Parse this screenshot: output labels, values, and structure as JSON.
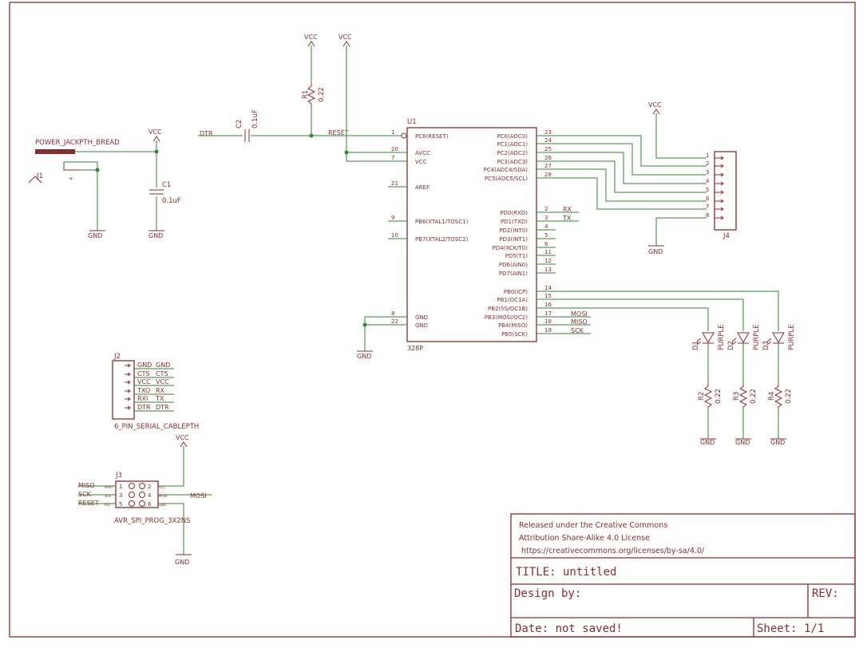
{
  "power_symbols": {
    "vcc": "VCC",
    "gnd": "GND"
  },
  "power_jack": {
    "value": "POWER_JACKPTH_BREAD",
    "name": "J1",
    "plus": "+"
  },
  "c1": {
    "name": "C1",
    "value": "0.1uF"
  },
  "c2": {
    "name": "C2",
    "value": "0.1uF"
  },
  "r1": {
    "name": "R1",
    "value": "0.22"
  },
  "r2": {
    "name": "R2",
    "value": "0.22"
  },
  "r3": {
    "name": "R3",
    "value": "0.22"
  },
  "r4": {
    "name": "R4",
    "value": "0.22"
  },
  "nets": {
    "dtr": "DTR",
    "reset": "RESET",
    "rx": "RX",
    "tx": "TX",
    "mosi": "MOSI",
    "miso": "MISO",
    "sck": "SCK"
  },
  "u1": {
    "name": "U1",
    "value": "328P",
    "pins_left": [
      {
        "num": "1",
        "name": "PC6(RESET)"
      },
      {
        "num": "20",
        "name": "AVCC"
      },
      {
        "num": "7",
        "name": "VCC"
      },
      {
        "num": "21",
        "name": "AREF"
      },
      {
        "num": "9",
        "name": "PB6(XTAL1/TOSC1)"
      },
      {
        "num": "10",
        "name": "PB7(XTAL2/TOSC2)"
      },
      {
        "num": "8",
        "name": "GND"
      },
      {
        "num": "22",
        "name": "GND"
      }
    ],
    "pins_right": [
      {
        "num": "23",
        "name": "PC0(ADC0)"
      },
      {
        "num": "24",
        "name": "PC1(ADC1)"
      },
      {
        "num": "25",
        "name": "PC2(ADC2)"
      },
      {
        "num": "26",
        "name": "PC3(ADC3)"
      },
      {
        "num": "27",
        "name": "PC4(ADC4/SDA)"
      },
      {
        "num": "28",
        "name": "PC5(ADC5/SCL)"
      },
      {
        "num": "2",
        "name": "PD0(RXD)"
      },
      {
        "num": "3",
        "name": "PD1(TXD)"
      },
      {
        "num": "4",
        "name": "PD2(INT0)"
      },
      {
        "num": "5",
        "name": "PD3(INT1)"
      },
      {
        "num": "6",
        "name": "PD4(XCK/T0)"
      },
      {
        "num": "11",
        "name": "PD5(T1)"
      },
      {
        "num": "12",
        "name": "PD6(AIN0)"
      },
      {
        "num": "13",
        "name": "PD7(AIN1)"
      },
      {
        "num": "14",
        "name": "PB0(ICP)"
      },
      {
        "num": "15",
        "name": "PB1(OC1A)"
      },
      {
        "num": "16",
        "name": "PB2(SS/OC1B)"
      },
      {
        "num": "17",
        "name": "PB3(MOSI/OC2)"
      },
      {
        "num": "18",
        "name": "PB4(MISO)"
      },
      {
        "num": "19",
        "name": "PB5(SCK)"
      }
    ]
  },
  "j4": {
    "name": "J4",
    "pins": [
      "1",
      "2",
      "3",
      "4",
      "5",
      "6",
      "7",
      "8"
    ]
  },
  "leds": [
    {
      "name": "D1",
      "value": "PURPLE"
    },
    {
      "name": "D2",
      "value": "PURPLE"
    },
    {
      "name": "D3",
      "value": "PURPLE"
    }
  ],
  "j2": {
    "name": "J2",
    "value": "6_PIN_SERIAL_CABLEPTH",
    "pins": [
      {
        "pin": "GND",
        "net": "GND"
      },
      {
        "pin": "CTS",
        "net": "CTS"
      },
      {
        "pin": "VCC",
        "net": "VCC"
      },
      {
        "pin": "TXO",
        "net": "RX"
      },
      {
        "pin": "RXI",
        "net": "TX"
      },
      {
        "pin": "DTR",
        "net": "DTR"
      }
    ]
  },
  "j3": {
    "name": "J3",
    "value": "AVR_SPI_PROG_3X2NS",
    "pins": [
      "1",
      "2",
      "3",
      "4",
      "5",
      "6"
    ],
    "pin_tags": [
      "MISO",
      "VCC",
      "SCK",
      "MOSI",
      "RST",
      "GND"
    ],
    "nets_left": [
      "MISO",
      "SCK",
      "RESET"
    ],
    "net_right": "MOSI"
  },
  "title_block": {
    "license_line1": "Released under the Creative Commons",
    "license_line2": "Attribution Share-Alike 4.0 License",
    "license_line3": " https://creativecommons.org/licenses/by-sa/4.0/",
    "title": "TITLE: untitled",
    "design_by": "Design by:",
    "rev": "REV:",
    "date": "Date: not saved!",
    "sheet": "Sheet: 1/1"
  },
  "colors": {
    "wire": "#2f8a2f",
    "component": "#8b2c2c",
    "background": "#ffffff"
  }
}
